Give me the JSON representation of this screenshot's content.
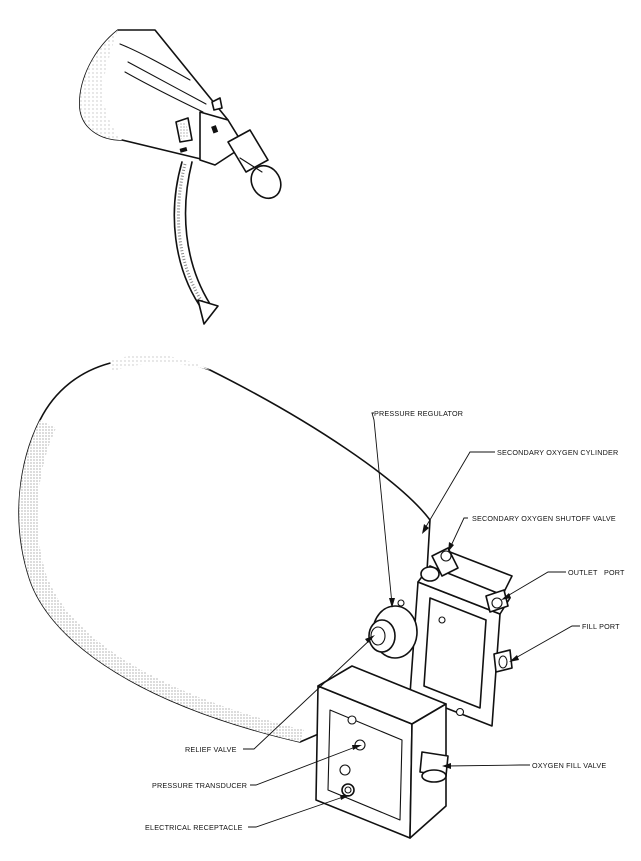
{
  "labels": {
    "pressure_regulator": "PRESSURE REGULATOR",
    "secondary_oxygen_cylinder": "SECONDARY OXYGEN CYLINDER",
    "secondary_oxygen_shutoff_valve": "SECONDARY OXYGEN SHUTOFF VALVE",
    "outlet_port": "OUTLET   PORT",
    "fill_port": "FILL PORT",
    "relief_valve": "RELIEF VALVE",
    "pressure_transducer": "PRESSURE TRANSDUCER",
    "electrical_receptacle": "ELECTRICAL RECEPTACLE",
    "oxygen_fill_valve": "OXYGEN FILL VALVE"
  }
}
